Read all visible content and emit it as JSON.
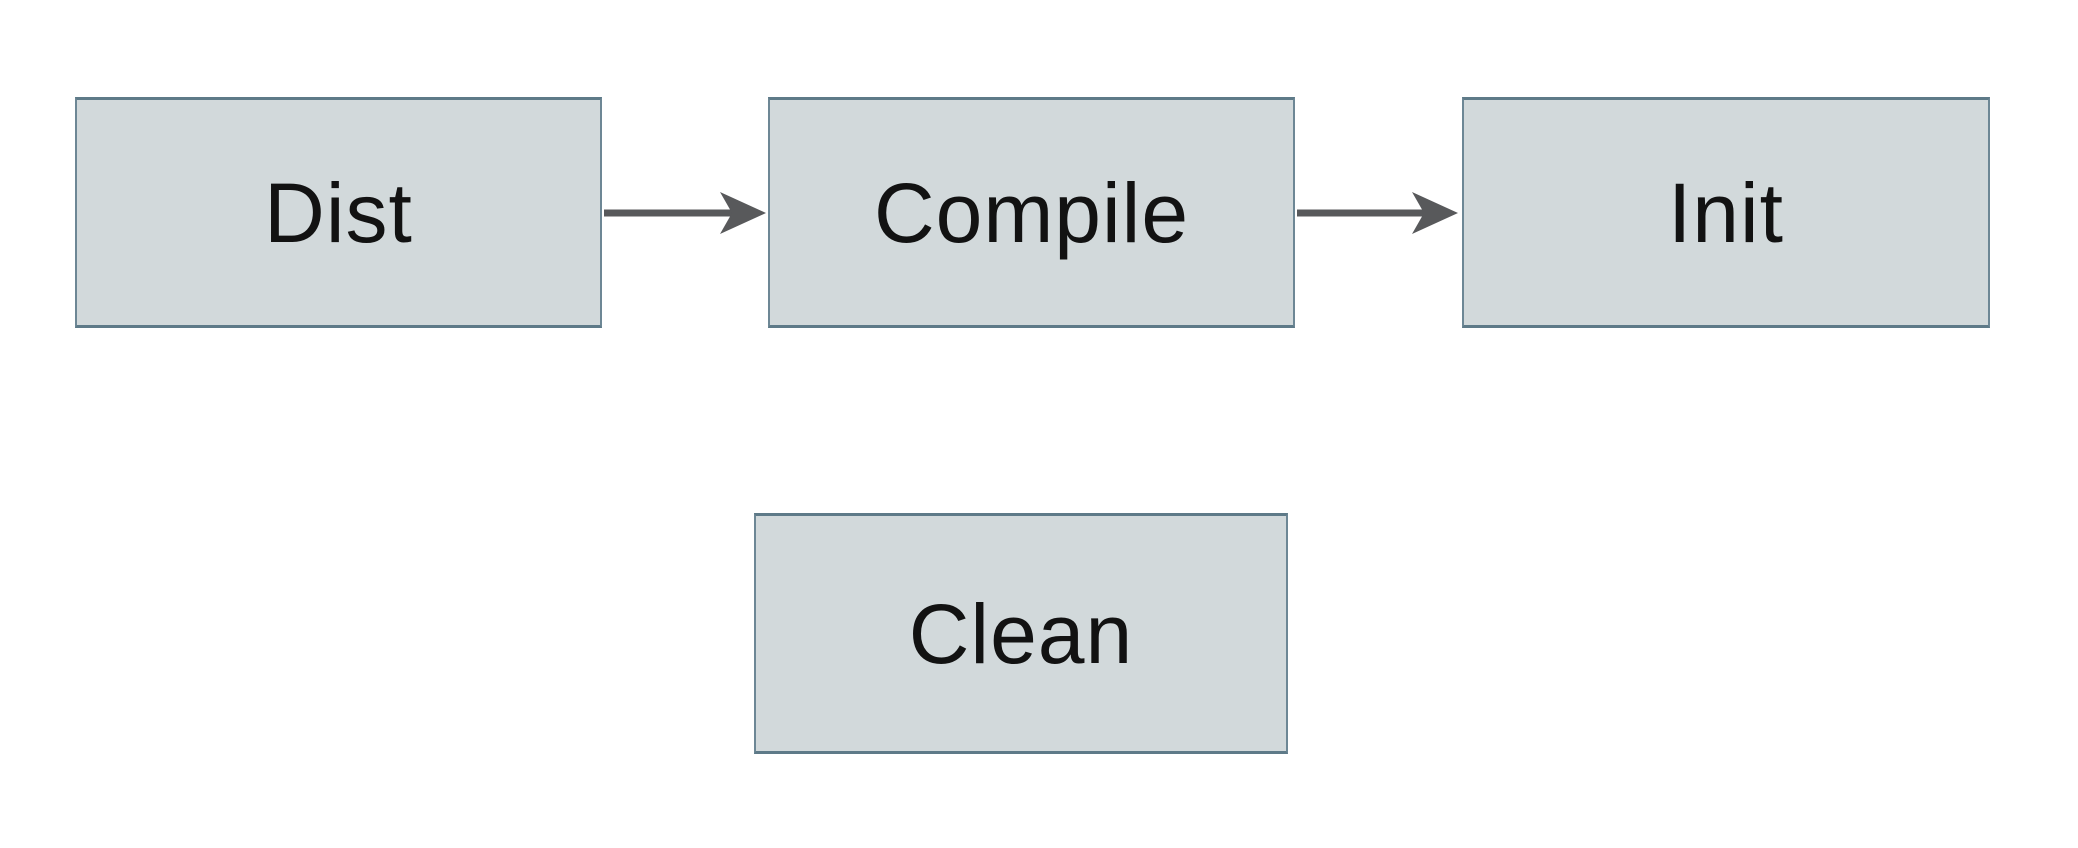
{
  "diagram": {
    "type": "flowchart",
    "nodes": [
      {
        "id": "dist",
        "label": "Dist"
      },
      {
        "id": "compile",
        "label": "Compile"
      },
      {
        "id": "init",
        "label": "Init"
      },
      {
        "id": "clean",
        "label": "Clean"
      }
    ],
    "edges": [
      {
        "from": "dist",
        "to": "compile",
        "direction": "right"
      },
      {
        "from": "compile",
        "to": "init",
        "direction": "right"
      }
    ]
  },
  "colors": {
    "node_fill": "#d2d9db",
    "node_border": "#6d8795",
    "node_border_strong": "#5e7a88",
    "arrow": "#58595b",
    "text": "#121212",
    "background": "#ffffff"
  }
}
